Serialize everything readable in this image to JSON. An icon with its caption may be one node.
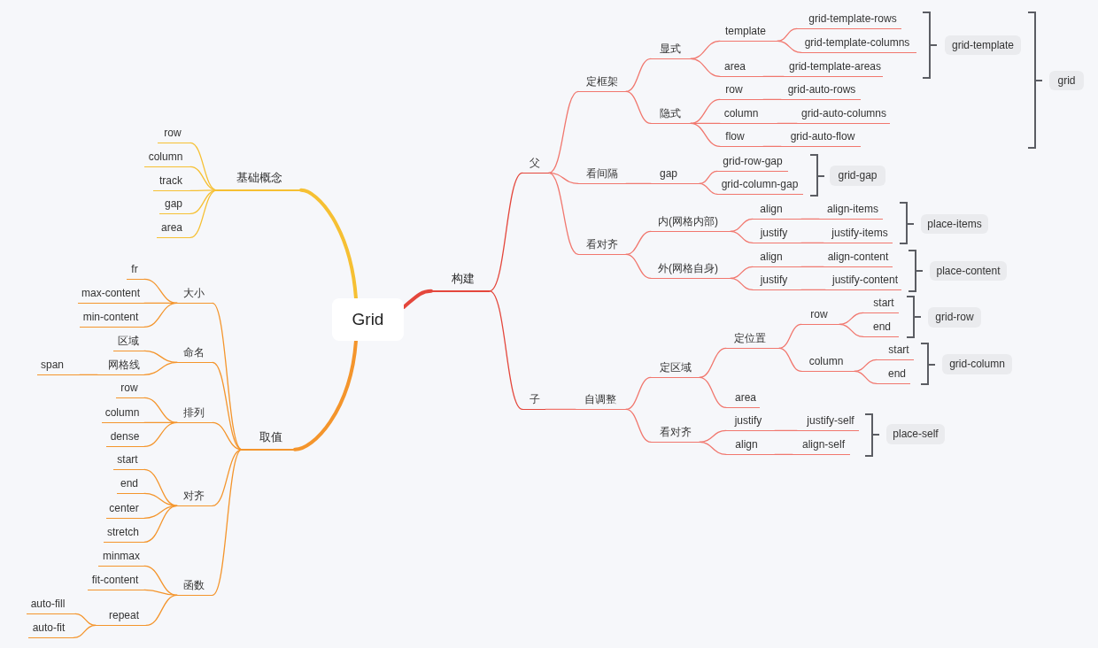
{
  "diagram": {
    "nodes": [
      {
        "text": [
          "Grid"
        ]
      },
      {
        "text": [
          "构建"
        ]
      },
      {
        "text": [
          "父"
        ]
      },
      {
        "text": [
          "子"
        ]
      },
      {
        "text": [
          "定框架"
        ]
      },
      {
        "text": [
          "看间隔"
        ]
      },
      {
        "text": [
          "看对齐"
        ]
      },
      {
        "text": [
          "显式"
        ]
      },
      {
        "text": [
          "隐式"
        ]
      },
      {
        "text": [
          "template"
        ]
      },
      {
        "text": [
          "area"
        ]
      },
      {
        "text": [
          "grid-template-rows"
        ]
      },
      {
        "text": [
          "grid-template-columns"
        ]
      },
      {
        "text": [
          "grid-template-areas"
        ]
      },
      {
        "text": [
          "row"
        ]
      },
      {
        "text": [
          "grid-auto-rows"
        ]
      },
      {
        "text": [
          "column"
        ]
      },
      {
        "text": [
          "grid-auto-columns"
        ]
      },
      {
        "text": [
          "flow"
        ]
      },
      {
        "text": [
          "grid-auto-flow"
        ]
      },
      {
        "text": [
          "gap"
        ]
      },
      {
        "text": [
          "grid-row-gap"
        ]
      },
      {
        "text": [
          "grid-column-gap"
        ]
      },
      {
        "text": [
          "内(网格内部)"
        ]
      },
      {
        "text": [
          "align"
        ]
      },
      {
        "text": [
          "align-items"
        ]
      },
      {
        "text": [
          "justify"
        ]
      },
      {
        "text": [
          "justify-items"
        ]
      },
      {
        "text": [
          "外(网格自身)"
        ]
      },
      {
        "text": [
          "align"
        ]
      },
      {
        "text": [
          "align-content"
        ]
      },
      {
        "text": [
          "justify"
        ]
      },
      {
        "text": [
          "justify-content"
        ]
      },
      {
        "text": [
          "自调整"
        ]
      },
      {
        "text": [
          "定区域"
        ]
      },
      {
        "text": [
          "定位置"
        ]
      },
      {
        "text": [
          "row"
        ]
      },
      {
        "text": [
          "start"
        ]
      },
      {
        "text": [
          "end"
        ]
      },
      {
        "text": [
          "column"
        ]
      },
      {
        "text": [
          "start"
        ]
      },
      {
        "text": [
          "end"
        ]
      },
      {
        "text": [
          "area"
        ]
      },
      {
        "text": [
          "看对齐"
        ]
      },
      {
        "text": [
          "justify"
        ]
      },
      {
        "text": [
          "justify-self"
        ]
      },
      {
        "text": [
          "align"
        ]
      },
      {
        "text": [
          "align-self"
        ]
      },
      {
        "text": [
          "grid-template"
        ]
      },
      {
        "text": [
          "grid"
        ]
      },
      {
        "text": [
          "grid-gap"
        ]
      },
      {
        "text": [
          "place-items"
        ]
      },
      {
        "text": [
          "place-content"
        ]
      },
      {
        "text": [
          "grid-row"
        ]
      },
      {
        "text": [
          "grid-column"
        ]
      },
      {
        "text": [
          "place-self"
        ]
      },
      {
        "text": [
          "基础概念"
        ]
      },
      {
        "text": [
          "row"
        ]
      },
      {
        "text": [
          "column"
        ]
      },
      {
        "text": [
          "track"
        ]
      },
      {
        "text": [
          "gap"
        ]
      },
      {
        "text": [
          "area"
        ]
      },
      {
        "text": [
          "取值"
        ]
      },
      {
        "text": [
          "大小"
        ]
      },
      {
        "text": [
          "fr"
        ]
      },
      {
        "text": [
          "max-content"
        ]
      },
      {
        "text": [
          "min-content"
        ]
      },
      {
        "text": [
          "命名"
        ]
      },
      {
        "text": [
          "区域"
        ]
      },
      {
        "text": [
          "网格线"
        ]
      },
      {
        "text": [
          "span"
        ]
      },
      {
        "text": [
          "排列"
        ]
      },
      {
        "text": [
          "row"
        ]
      },
      {
        "text": [
          "column"
        ]
      },
      {
        "text": [
          "dense"
        ]
      },
      {
        "text": [
          "对齐"
        ]
      },
      {
        "text": [
          "start"
        ]
      },
      {
        "text": [
          "end"
        ]
      },
      {
        "text": [
          "center"
        ]
      },
      {
        "text": [
          "stretch"
        ]
      },
      {
        "text": [
          "函数"
        ]
      },
      {
        "text": [
          "minmax"
        ]
      },
      {
        "text": [
          "fit-content"
        ]
      },
      {
        "text": [
          "repeat"
        ]
      },
      {
        "text": [
          "auto-fill"
        ]
      },
      {
        "text": [
          "auto-fit"
        ]
      }
    ],
    "edges": [
      {
        "from": 0,
        "to": 1,
        "arrow": "none",
        "style": "thick",
        "color": "#e4473c"
      },
      {
        "from": 1,
        "to": 2,
        "arrow": "none",
        "color": "#e4473c"
      },
      {
        "from": 1,
        "to": 3,
        "arrow": "none",
        "color": "#e4473c"
      },
      {
        "from": 2,
        "to": 4,
        "arrow": "none"
      },
      {
        "from": 2,
        "to": 5,
        "arrow": "none"
      },
      {
        "from": 2,
        "to": 6,
        "arrow": "none"
      },
      {
        "from": 4,
        "to": 7,
        "arrow": "none"
      },
      {
        "from": 4,
        "to": 8,
        "arrow": "none"
      },
      {
        "from": 7,
        "to": 9,
        "arrow": "none"
      },
      {
        "from": 7,
        "to": 10,
        "arrow": "none"
      },
      {
        "from": 9,
        "to": 11,
        "arrow": "none"
      },
      {
        "from": 9,
        "to": 12,
        "arrow": "none"
      },
      {
        "from": 10,
        "to": 13,
        "arrow": "none"
      },
      {
        "from": 8,
        "to": 14,
        "arrow": "none"
      },
      {
        "from": 14,
        "to": 15,
        "arrow": "none"
      },
      {
        "from": 8,
        "to": 16,
        "arrow": "none"
      },
      {
        "from": 16,
        "to": 17,
        "arrow": "none"
      },
      {
        "from": 8,
        "to": 18,
        "arrow": "none"
      },
      {
        "from": 18,
        "to": 19,
        "arrow": "none"
      },
      {
        "from": 5,
        "to": 20,
        "arrow": "none"
      },
      {
        "from": 20,
        "to": 21,
        "arrow": "none"
      },
      {
        "from": 20,
        "to": 22,
        "arrow": "none"
      },
      {
        "from": 6,
        "to": 23,
        "arrow": "none"
      },
      {
        "from": 23,
        "to": 24,
        "arrow": "none"
      },
      {
        "from": 24,
        "to": 25,
        "arrow": "none"
      },
      {
        "from": 23,
        "to": 26,
        "arrow": "none"
      },
      {
        "from": 26,
        "to": 27,
        "arrow": "none"
      },
      {
        "from": 6,
        "to": 28,
        "arrow": "none"
      },
      {
        "from": 28,
        "to": 29,
        "arrow": "none"
      },
      {
        "from": 29,
        "to": 30,
        "arrow": "none"
      },
      {
        "from": 28,
        "to": 31,
        "arrow": "none"
      },
      {
        "from": 31,
        "to": 32,
        "arrow": "none"
      },
      {
        "from": 3,
        "to": 33,
        "arrow": "none"
      },
      {
        "from": 33,
        "to": 34,
        "arrow": "none"
      },
      {
        "from": 34,
        "to": 35,
        "arrow": "none"
      },
      {
        "from": 35,
        "to": 36,
        "arrow": "none"
      },
      {
        "from": 36,
        "to": 37,
        "arrow": "none"
      },
      {
        "from": 36,
        "to": 38,
        "arrow": "none"
      },
      {
        "from": 35,
        "to": 39,
        "arrow": "none"
      },
      {
        "from": 39,
        "to": 40,
        "arrow": "none"
      },
      {
        "from": 39,
        "to": 41,
        "arrow": "none"
      },
      {
        "from": 34,
        "to": 42,
        "arrow": "none"
      },
      {
        "from": 33,
        "to": 43,
        "arrow": "none"
      },
      {
        "from": 43,
        "to": 44,
        "arrow": "none"
      },
      {
        "from": 44,
        "to": 45,
        "arrow": "none"
      },
      {
        "from": 43,
        "to": 46,
        "arrow": "none"
      },
      {
        "from": 46,
        "to": 47,
        "arrow": "none"
      },
      {
        "from": 0,
        "to": 56,
        "arrow": "none",
        "style": "thick",
        "color": "#f6c033"
      },
      {
        "from": 56,
        "to": 57,
        "arrow": "none",
        "color": "#f6c033"
      },
      {
        "from": 56,
        "to": 58,
        "arrow": "none",
        "color": "#f6c033"
      },
      {
        "from": 56,
        "to": 59,
        "arrow": "none",
        "color": "#f6c033"
      },
      {
        "from": 56,
        "to": 60,
        "arrow": "none",
        "color": "#f6c033"
      },
      {
        "from": 56,
        "to": 61,
        "arrow": "none",
        "color": "#f6c033"
      },
      {
        "from": 0,
        "to": 62,
        "arrow": "none",
        "style": "thick",
        "color": "#f4952c"
      },
      {
        "from": 62,
        "to": 63,
        "arrow": "none",
        "color": "#f4952c"
      },
      {
        "from": 63,
        "to": 64,
        "arrow": "none",
        "color": "#f4952c"
      },
      {
        "from": 63,
        "to": 65,
        "arrow": "none",
        "color": "#f4952c"
      },
      {
        "from": 63,
        "to": 66,
        "arrow": "none",
        "color": "#f4952c"
      },
      {
        "from": 62,
        "to": 67,
        "arrow": "none",
        "color": "#f4952c"
      },
      {
        "from": 67,
        "to": 68,
        "arrow": "none",
        "color": "#f4952c"
      },
      {
        "from": 67,
        "to": 69,
        "arrow": "none",
        "color": "#f4952c"
      },
      {
        "from": 69,
        "to": 70,
        "arrow": "none",
        "color": "#f4952c"
      },
      {
        "from": 62,
        "to": 71,
        "arrow": "none",
        "color": "#f4952c"
      },
      {
        "from": 71,
        "to": 72,
        "arrow": "none",
        "color": "#f4952c"
      },
      {
        "from": 71,
        "to": 73,
        "arrow": "none",
        "color": "#f4952c"
      },
      {
        "from": 71,
        "to": 74,
        "arrow": "none",
        "color": "#f4952c"
      },
      {
        "from": 62,
        "to": 75,
        "arrow": "none",
        "color": "#f4952c"
      },
      {
        "from": 75,
        "to": 76,
        "arrow": "none",
        "color": "#f4952c"
      },
      {
        "from": 75,
        "to": 77,
        "arrow": "none",
        "color": "#f4952c"
      },
      {
        "from": 75,
        "to": 78,
        "arrow": "none",
        "color": "#f4952c"
      },
      {
        "from": 75,
        "to": 79,
        "arrow": "none",
        "color": "#f4952c"
      },
      {
        "from": 62,
        "to": 80,
        "arrow": "none",
        "color": "#f4952c"
      },
      {
        "from": 80,
        "to": 81,
        "arrow": "none",
        "color": "#f4952c"
      },
      {
        "from": 80,
        "to": 82,
        "arrow": "none",
        "color": "#f4952c"
      },
      {
        "from": 80,
        "to": 83,
        "arrow": "none",
        "color": "#f4952c"
      },
      {
        "from": 83,
        "to": 84,
        "arrow": "none",
        "color": "#f4952c"
      },
      {
        "from": 83,
        "to": 85,
        "arrow": "none",
        "color": "#f4952c"
      }
    ]
  }
}
